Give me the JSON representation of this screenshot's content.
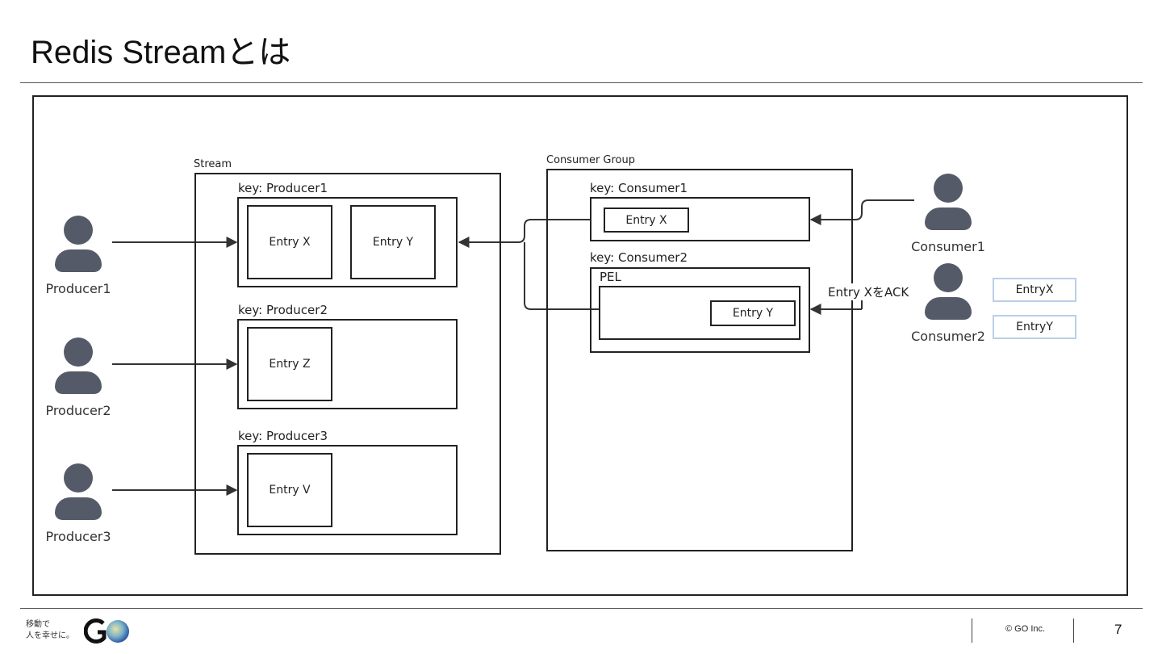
{
  "slide": {
    "title": "Redis Streamとは",
    "page_number": "7"
  },
  "stream": {
    "label": "Stream",
    "keys": [
      {
        "label": "key: Producer1",
        "entries": [
          "Entry X",
          "Entry Y"
        ]
      },
      {
        "label": "key: Producer2",
        "entries": [
          "Entry Z"
        ]
      },
      {
        "label": "key: Producer3",
        "entries": [
          "Entry V"
        ]
      }
    ]
  },
  "producers": [
    "Producer1",
    "Producer2",
    "Producer3"
  ],
  "consumer_group": {
    "label": "Consumer Group",
    "consumer1": {
      "label": "key: Consumer1",
      "entry": "Entry X"
    },
    "consumer2": {
      "label": "key: Consumer2",
      "pel_label": "PEL",
      "entry": "Entry Y"
    }
  },
  "consumers": [
    "Consumer1",
    "Consumer2"
  ],
  "ack_label": "Entry XをACK",
  "tags": [
    "EntryX",
    "EntryY"
  ],
  "footer": {
    "tagline": "移動で\n人を幸せに。",
    "logo_text": "GO",
    "copyright": "© GO Inc."
  },
  "colors": {
    "person": "#555a68",
    "tag_border": "#b9cfe8",
    "line": "#333333"
  }
}
